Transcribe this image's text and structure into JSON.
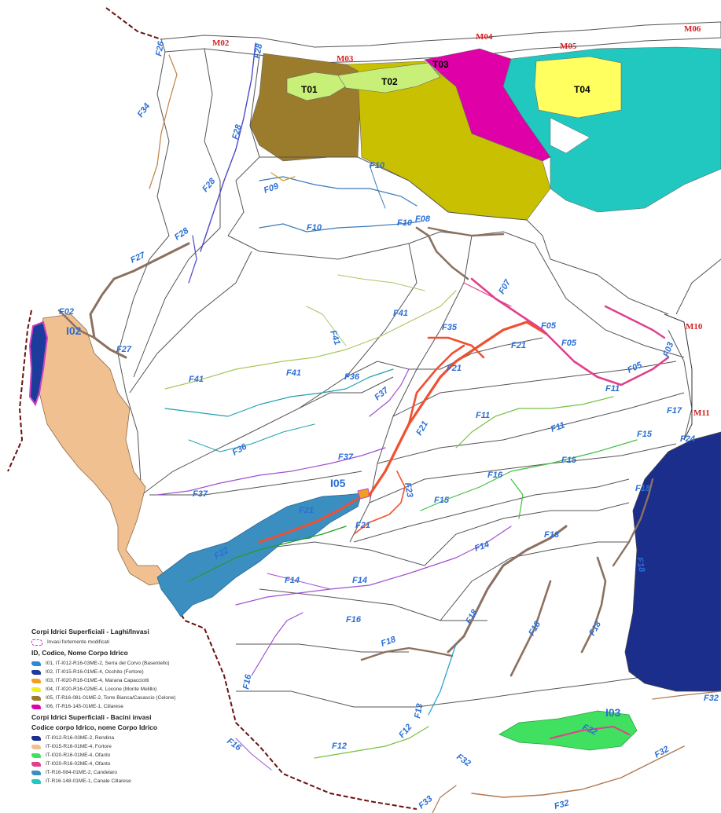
{
  "zones": {
    "marine": [
      "M02",
      "M03",
      "M04",
      "M05",
      "M06",
      "M10",
      "M11"
    ],
    "transitional": [
      "T01",
      "T02",
      "T03",
      "T04"
    ],
    "lakes": [
      "I02",
      "I03",
      "I05"
    ]
  },
  "rivers": {
    "F02": "F02",
    "F03": "F03",
    "F05": "F05",
    "F07": "F07",
    "F08": "F08",
    "F09": "F09",
    "F10": "F10",
    "F11": "F11",
    "F12": "F12",
    "F13": "F13",
    "F14": "F14",
    "F15": "F15",
    "F16": "F16",
    "F17": "F17",
    "F18": "F18",
    "F21": "F21",
    "F22": "F22",
    "F23": "F23",
    "F24": "F24",
    "F26": "F26",
    "F27": "F27",
    "F28": "F28",
    "F32": "F32",
    "F33": "F33",
    "F34": "F34",
    "F35": "F35",
    "F36": "F36",
    "F37": "F37",
    "F41": "F41"
  },
  "colors": {
    "T01": "#9b7b2c",
    "T02": "#c8c000",
    "T03": "#e000a8",
    "T04": "#20c8c0",
    "T01_core": "#c8f078",
    "T04_core": "#ffff60",
    "I02": "#f0c090",
    "I03": "#40e060",
    "I05": "#3a8ec0",
    "sea_dark": "#1c2e8c",
    "river_blue": "#3a7ab8",
    "river_purple": "#a050d0",
    "river_red": "#f05030",
    "river_green": "#40c040",
    "river_brown": "#8c7060",
    "river_pink": "#e0408c"
  },
  "legend": {
    "title_lakes": "Corpi Idrici Superficiali - Laghi/Invasi",
    "invasi_label": "Invasi fortemente modificati",
    "subtitle_lakes": "ID, Codice, Nome Corpo Idrico",
    "lake_items": [
      {
        "color": "#2a8ad8",
        "label": "I01, IT-I012-R16-03ME-2, Serra del Corvo (Basentello)"
      },
      {
        "color": "#1c3c9c",
        "label": "I02, IT-I015-R16-01ME-4, Occhito (Fortore)"
      },
      {
        "color": "#f0a020",
        "label": "I03, IT-I020-R16-01ME-4, Marana Capacciotti"
      },
      {
        "color": "#f0f020",
        "label": "I04, IT-I020-R16-02ME-4, Locone (Monte Melillo)"
      },
      {
        "color": "#9b7b2c",
        "label": "I05, IT-R16-081-01ME-2, Torre Bianca/Casascio (Celone)"
      },
      {
        "color": "#e000a8",
        "label": "I06, IT-R16-145-01ME-1, Cillarese"
      }
    ],
    "title_basins": "Corpi Idrici Superficiali - Bacini invasi",
    "subtitle_basins": "Codice corpo Idrico, nome Corpo Idrico",
    "basin_items": [
      {
        "color": "#1c2e8c",
        "label": "IT-I012-R16-03ME-2, Rendina"
      },
      {
        "color": "#f0c090",
        "label": "IT-I015-R16-01ME-4, Fortore"
      },
      {
        "color": "#40e060",
        "label": "IT-I020-R16-01ME-4, Ofanto"
      },
      {
        "color": "#e0408c",
        "label": "IT-I020-R16-02ME-4, Ofanto"
      },
      {
        "color": "#3a8ec0",
        "label": "IT-R16-084-01ME-2, Candelaro"
      },
      {
        "color": "#20c8c0",
        "label": "IT-R16-148-01ME-1, Canale Cillarese"
      }
    ]
  }
}
